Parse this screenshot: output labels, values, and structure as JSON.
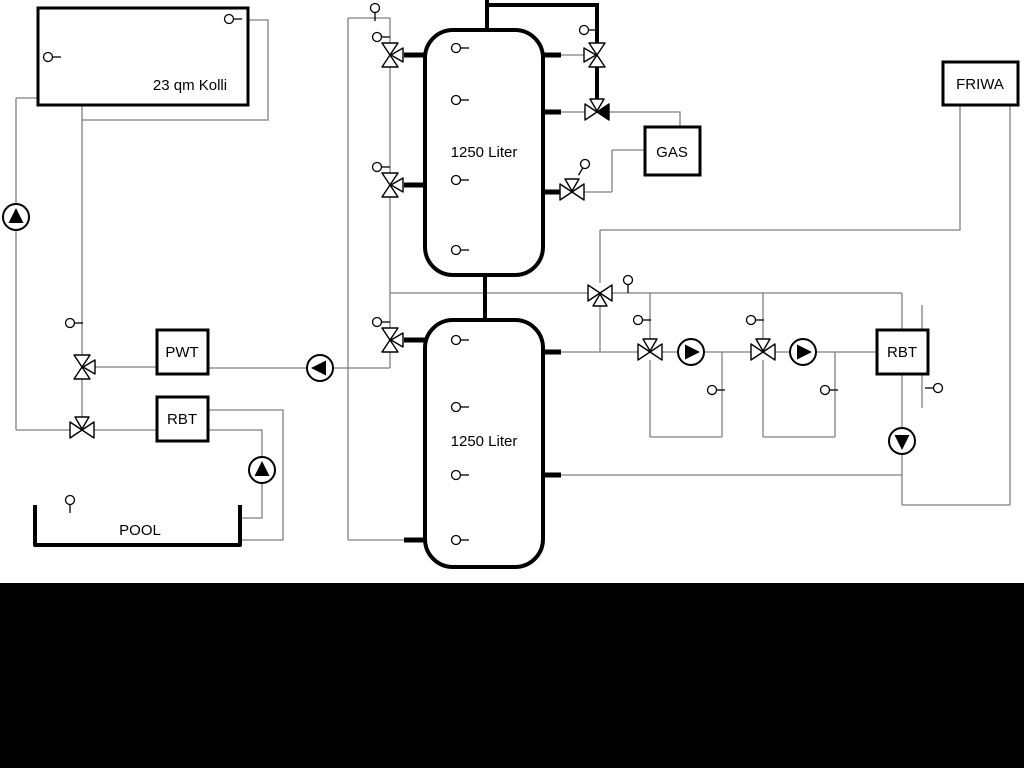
{
  "labels": {
    "collector": "23 qm Kolli",
    "tank_top": "1250 Liter",
    "tank_bottom": "1250 Liter",
    "gas": "GAS",
    "friwa": "FRIWA",
    "pwt": "PWT",
    "rbt_left": "RBT",
    "rbt_right": "RBT",
    "pool": "POOL"
  },
  "colors": {
    "pipe_gray": "#7f7f7f",
    "ink": "#000000",
    "bg": "#ffffff",
    "footer": "#000000"
  }
}
